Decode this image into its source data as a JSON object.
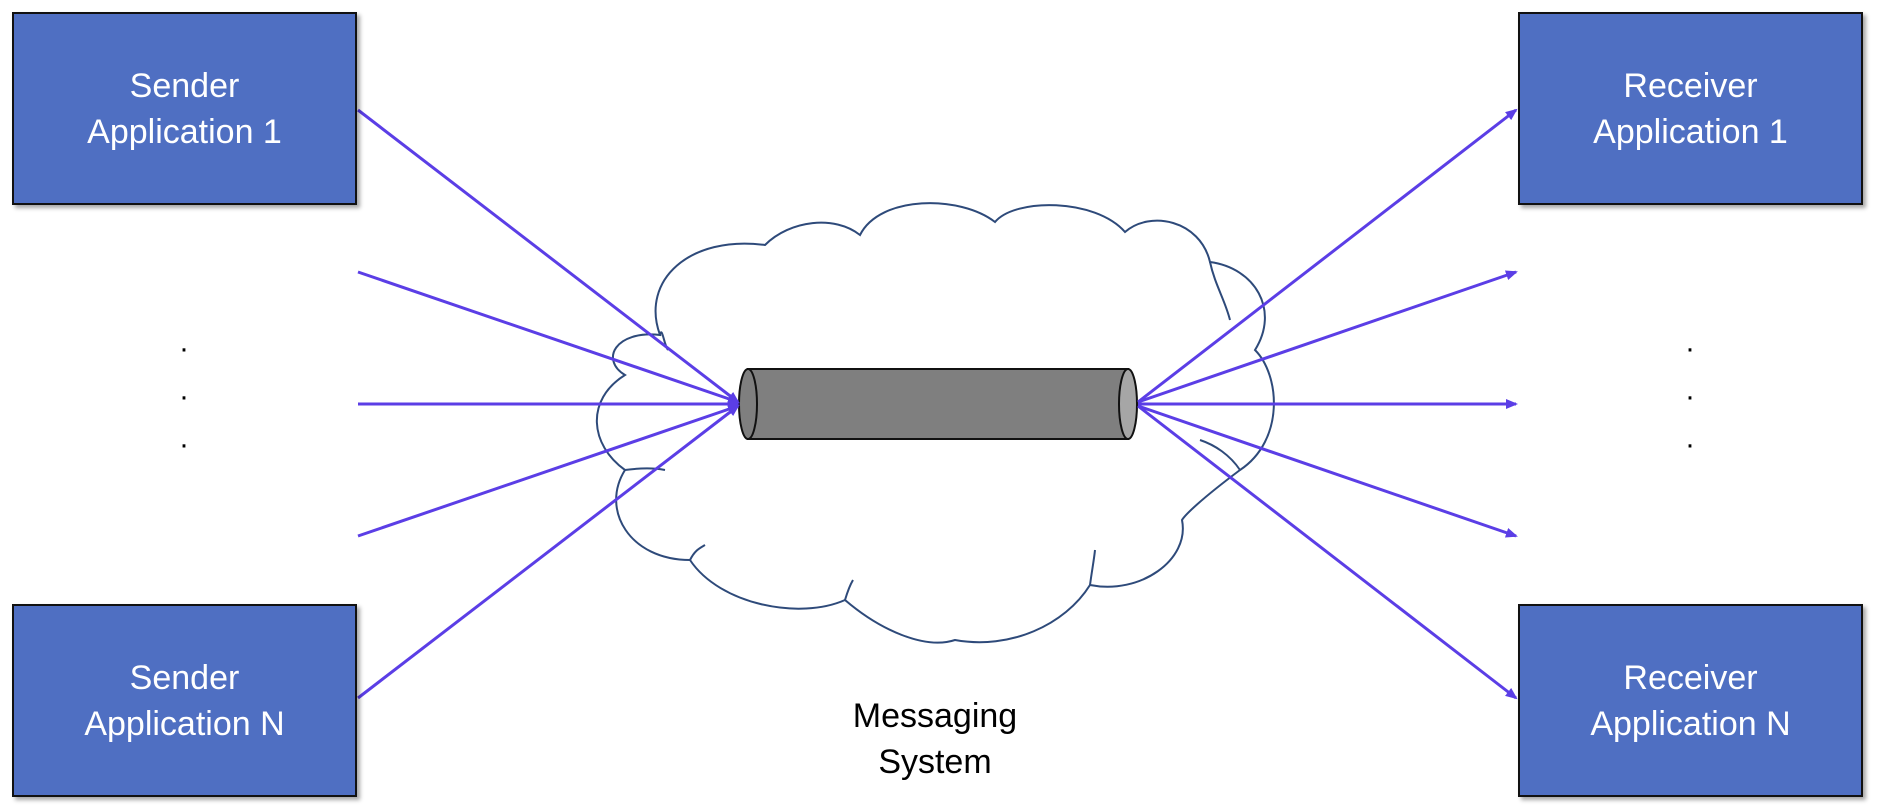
{
  "senders": {
    "first": {
      "line1": "Sender",
      "line2": "Application 1"
    },
    "last": {
      "line1": "Sender",
      "line2": "Application N"
    },
    "ellipsis": [
      "·",
      "·",
      "·"
    ]
  },
  "receivers": {
    "first": {
      "line1": "Receiver",
      "line2": "Application 1"
    },
    "last": {
      "line1": "Receiver",
      "line2": "Application N"
    },
    "ellipsis": [
      "·",
      "·",
      "·"
    ]
  },
  "messaging_system": {
    "line1": "Messaging",
    "line2": "System"
  },
  "colors": {
    "box_fill": "#4f6fc2",
    "box_border": "#111111",
    "arrow": "#5b3ee6",
    "cloud_stroke": "#2e4a7a",
    "channel_fill": "#7f7f7f",
    "channel_end": "#a6a6a6"
  }
}
